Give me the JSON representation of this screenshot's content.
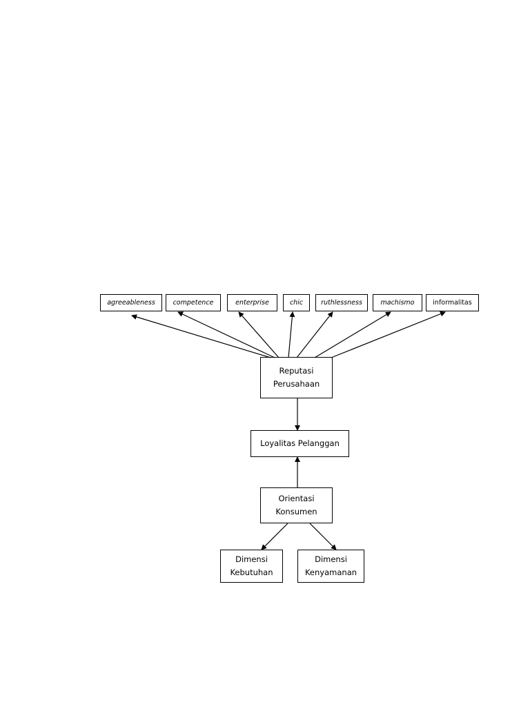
{
  "dimensions": [
    {
      "id": "agreeableness",
      "label": "agreeableness",
      "italic": true
    },
    {
      "id": "competence",
      "label": "competence",
      "italic": true
    },
    {
      "id": "enterprise",
      "label": "enterprise",
      "italic": true
    },
    {
      "id": "chic",
      "label": "chic",
      "italic": true
    },
    {
      "id": "ruthlessness",
      "label": "ruthlessness",
      "italic": true
    },
    {
      "id": "machismo",
      "label": "machismo",
      "italic": true
    },
    {
      "id": "informalitas",
      "label": "informalitas",
      "italic": false
    }
  ],
  "nodes": {
    "reputasi": "Reputasi\nPerusahaan",
    "loyalitas": "Loyalitas Pelanggan",
    "orientasi": "Orientasi\nKonsumen",
    "kebutuhan": "Dimensi\nKebutuhan",
    "kenyamanan": "Dimensi\nKenyamanan"
  },
  "edges": [
    {
      "from": "reputasi",
      "to": "agreeableness"
    },
    {
      "from": "reputasi",
      "to": "competence"
    },
    {
      "from": "reputasi",
      "to": "enterprise"
    },
    {
      "from": "reputasi",
      "to": "chic"
    },
    {
      "from": "reputasi",
      "to": "ruthlessness"
    },
    {
      "from": "reputasi",
      "to": "machismo"
    },
    {
      "from": "reputasi",
      "to": "informalitas"
    },
    {
      "from": "reputasi",
      "to": "loyalitas"
    },
    {
      "from": "orientasi",
      "to": "loyalitas"
    },
    {
      "from": "orientasi",
      "to": "kebutuhan"
    },
    {
      "from": "orientasi",
      "to": "kenyamanan"
    }
  ]
}
